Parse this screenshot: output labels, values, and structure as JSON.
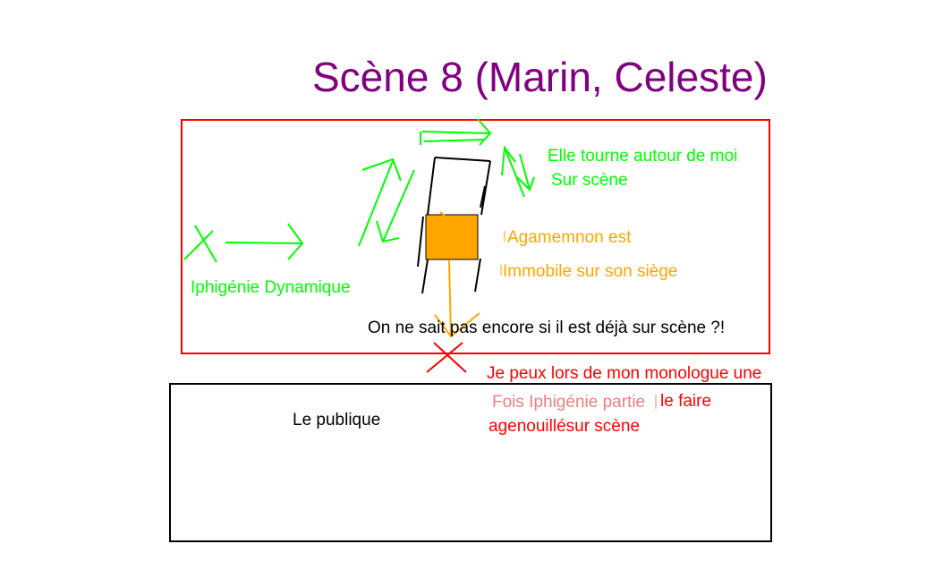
{
  "title": "Scène 8 (Marin, Celeste)",
  "notes": {
    "tourne_line1": "Elle tourne autour de moi",
    "tourne_line2": "Sur scène",
    "agamemnon_line1": "Agamemnon est",
    "agamemnon_line2": "Immobile sur son siège",
    "iphigenie": "Iphigénie Dynamique",
    "unknown": "On ne sait pas encore si il est déjà sur scène ?!",
    "monologue_line1": "Je peux lors de mon monologue une",
    "monologue_line2a": "Fois Iphigénie partie",
    "monologue_line2b": "le faire",
    "monologue_line3": "agenouillésur scène"
  },
  "audience_label": "Le publique",
  "colors": {
    "title": "#800080",
    "green": "#00ff00",
    "orange": "#ffa500",
    "red": "#ff0000",
    "pink": "#f08080",
    "black": "#000000",
    "stage_border": "#ff0000",
    "audience_border": "#000000"
  }
}
